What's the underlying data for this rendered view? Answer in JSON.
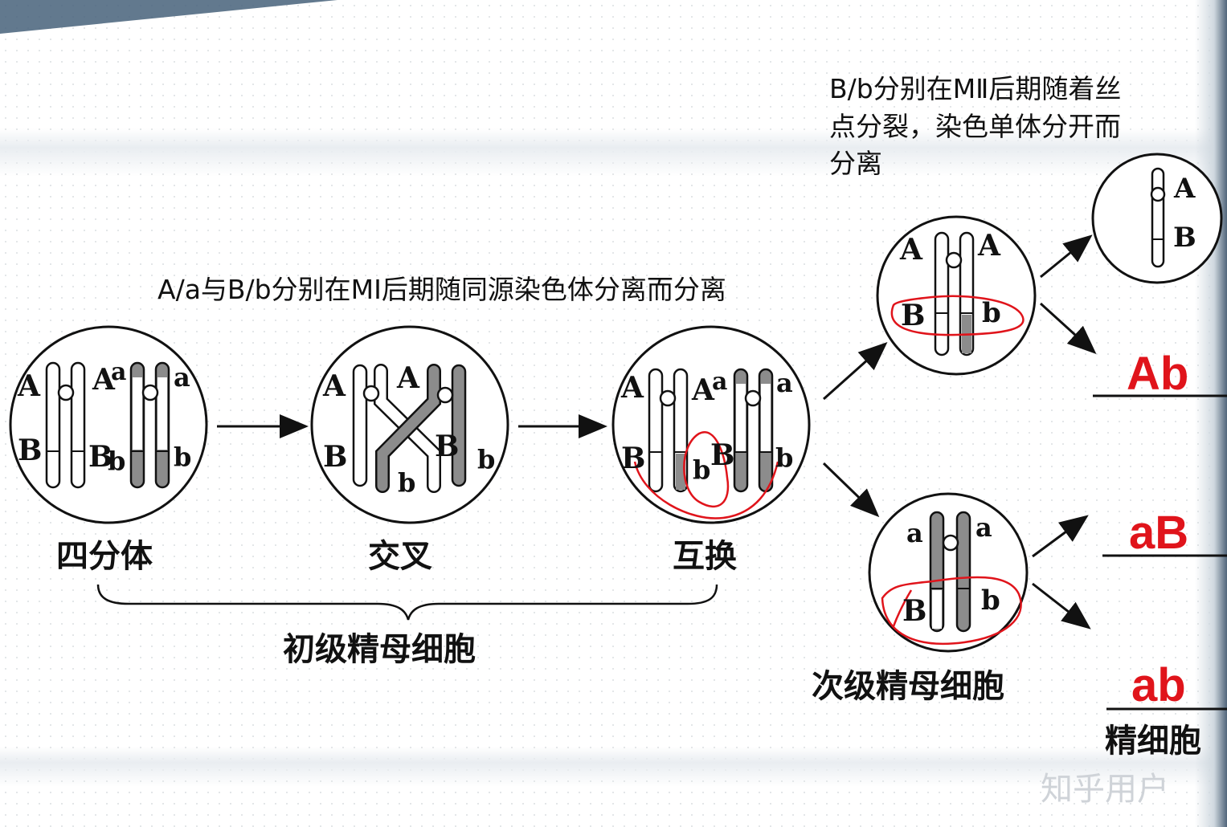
{
  "annotations": {
    "top_right_line1": "B/b分别在MⅡ后期随着丝",
    "top_right_line2": "点分裂，染色单体分开而",
    "top_right_line3": "分离",
    "middle": "A/a与B/b分别在MⅠ后期随同源染色体分离而分离"
  },
  "stages": {
    "tetrad": "四分体",
    "crossing": "交叉",
    "exchange": "互换",
    "primary": "初级精母细胞",
    "secondary": "次级精母细胞",
    "sperm": "精细胞"
  },
  "genes": {
    "A": "A",
    "a": "a",
    "B": "B",
    "b": "b"
  },
  "sperm_answers": [
    "Ab",
    "aB",
    "ab"
  ],
  "watermark": "知乎用户",
  "colors": {
    "dark_chromatid": "#8c8c8c",
    "annotation_red": "#e0141b",
    "outline": "#111111"
  }
}
